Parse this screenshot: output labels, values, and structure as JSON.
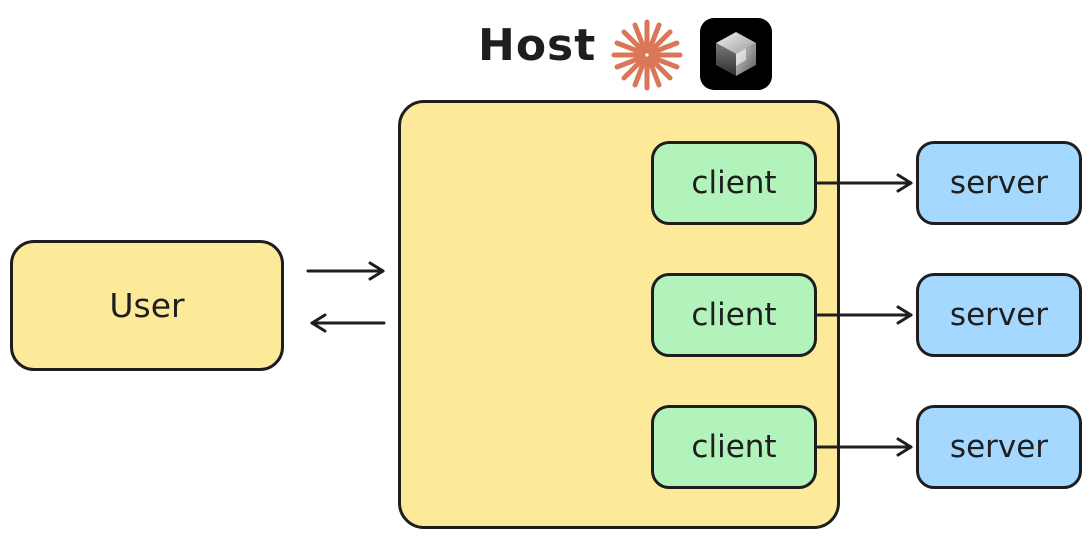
{
  "host": {
    "title": "Host"
  },
  "user": {
    "label": "User"
  },
  "clients": [
    {
      "label": "client"
    },
    {
      "label": "client"
    },
    {
      "label": "client"
    }
  ],
  "servers": [
    {
      "label": "server"
    },
    {
      "label": "server"
    },
    {
      "label": "server"
    }
  ],
  "colors": {
    "host_fill": "#fcea9a",
    "user_fill": "#fcea9a",
    "client_fill": "#b2f2bb",
    "server_fill": "#a5d8ff",
    "stroke": "#1e1e1e",
    "claude_logo": "#d97757",
    "app_logo_bg": "#000000"
  },
  "icons": {
    "host_logo_1": "claude-starburst-icon",
    "host_logo_2": "app-cube-logo-icon"
  }
}
